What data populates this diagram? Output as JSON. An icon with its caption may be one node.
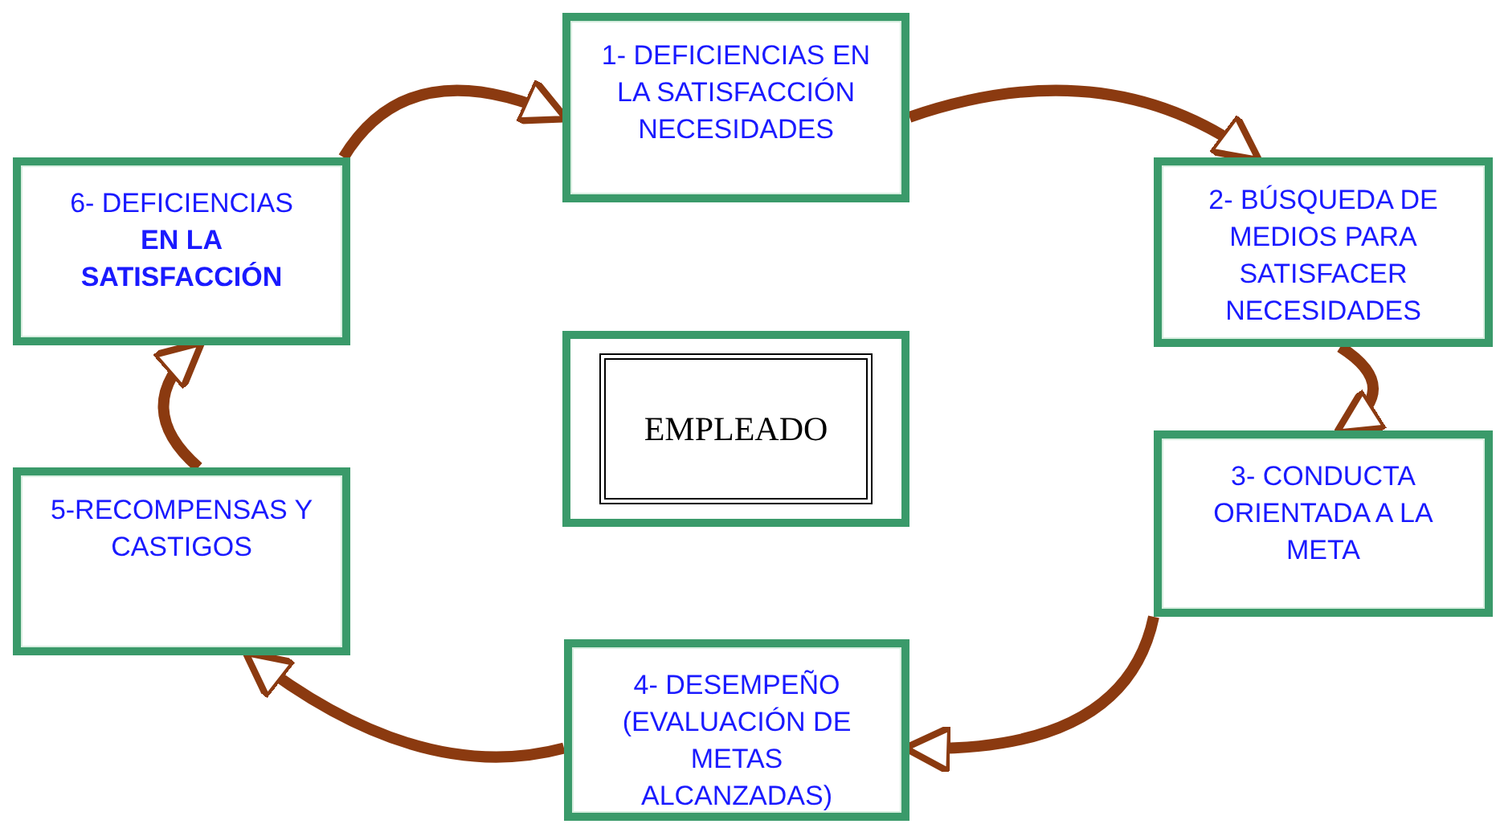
{
  "diagram": {
    "nodes": [
      {
        "text": [
          "1- DEFICIENCIAS EN LA SATISFACCIÓN NECESIDADES"
        ]
      },
      {
        "text": [
          "2- BÚSQUEDA DE MEDIOS PARA SATISFACER NECESIDADES"
        ]
      },
      {
        "text": [
          "3- CONDUCTA ORIENTADA A LA META"
        ]
      },
      {
        "text": [
          "4- DESEMPEÑO (EVALUACIÓN DE METAS ALCANZADAS)"
        ]
      },
      {
        "text": [
          "5-RECOMPENSAS Y CASTIGOS"
        ]
      },
      {
        "text": [
          "6- DEFICIENCIAS **EN LA SATISFACCIÓN**"
        ]
      },
      {
        "text": [
          "EMPLEADO"
        ]
      }
    ],
    "edges": [
      {
        "from": 5,
        "to": 0,
        "arrow": "to"
      },
      {
        "from": 0,
        "to": 1,
        "arrow": "to"
      },
      {
        "from": 1,
        "to": 2,
        "arrow": "to"
      },
      {
        "from": 2,
        "to": 3,
        "arrow": "to"
      },
      {
        "from": 3,
        "to": 4,
        "arrow": "to"
      },
      {
        "from": 4,
        "to": 5,
        "arrow": "to"
      }
    ]
  }
}
